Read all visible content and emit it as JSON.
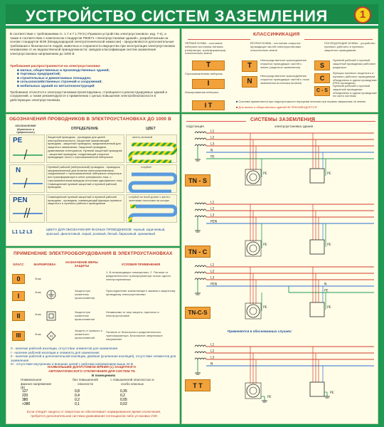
{
  "title": "УСТРОЙСТВО СИСТЕМ ЗАЗЕМЛЕНИЯ",
  "sheet_number": "1",
  "intro": {
    "text1": "В соответствии с требованиями гл. 1.7 и 7.1 ПУЭ («Правила устройства электроустановок» изд. 7-е), а также в соответствии с комплексом стандартов Р50571 «Электроустановки зданий», разработанным на основе стандартов МЭК (Международной электротехнической комиссии) - предъявляются дополнительные требования к безопасности людей, животных и сохранности имущества при эксплуатации электроустановок независимо от их ведомственной принадлежности: заводов классификации систем заземления электроустановок напряжением до 1000 В",
    "req_title": "Требования распространяются на электроустановки:",
    "bullets": [
      "жилых, общественных и производственных зданий;",
      "торговых предприятий;",
      "строительных и демонтажных площадок;",
      "сельскохозяйственных строений и сооружений;",
      "мобильных зданий из металлоконструкций"
    ],
    "text2": "Требования относятся к электроустановкам проектируемых, строящихся и реконструируемых зданий и сооружений, а также рекомендуются к применению с целью повышения электробезопасности в действующих электроустановках"
  },
  "classification": {
    "header": "КЛАССИФИКАЦИЯ",
    "first_letter": "ПЕРВАЯ БУКВА - состояние нейтрали источника питания (генератора, трансформатора) относительно земли",
    "second_letter": "ВТОРАЯ БУКВА - состояние открытых проводящих частей электроустановки относительно земли",
    "last_letters": "ПОСЛЕДУЮЩИЕ БУКВЫ - устройство нулевого рабочего и нулевого защитного проводников",
    "T_first": "T",
    "T_first_desc": "Глухозаземленная нейтраль",
    "I_first": "I",
    "I_first_desc": "Изолированная нейтраль",
    "T_second": "T",
    "T_second_desc": "Непосредственное присоединение открытых проводящих частей к земле (защитное заземление)",
    "N_second": "N",
    "N_second_desc": "Непосредственное присоединение открытых проводящих частей к точке заземления источника питания",
    "S_letter": "S",
    "S_desc": "Нулевой рабочий и нулевой защитный проводники работают раздельно",
    "C_letter": "C",
    "C_desc": "Функции нулевого защитного и нулевого рабочего проводников объединены в одном проводнике (PEN-проводник)",
    "CS_letter": "C - S",
    "CS_desc": "Нулевой рабочий и нулевой защитный проводники объединены в одном проводнике на части системы",
    "IT_box": "I T",
    "IT_note1": "Система применяется при недопустимости перерыва питания при первом замыкании на землю",
    "IT_note2": "Для жилых и общественных зданий НЕ РЕКОМЕНДУЕТСЯ"
  },
  "conductors": {
    "header": "ОБОЗНАЧЕНИЯ ПРОВОДНИКОВ В ЭЛЕКТРОУСТАНОВКАХ ДО 1000 В",
    "col_symbol": "ОБОЗНАЧЕНИЕ (буквенное и графическое)",
    "col_def": "ОПРЕДЕЛЕНИЕ",
    "col_color": "ЦВЕТ",
    "rows": [
      {
        "code": "PE",
        "def": "Защитный проводник - проводник для целей электробезопасности. Защитный заземляющий проводник - защитный проводник, предназначенный для защитного заземления. Защитный проводник уравнивания потенциалов. Нулевой защитный проводник - защитный проводник, соединяющий открытые проводящие части с глухозаземленной нейтралью",
        "color": "желто-зеленый"
      },
      {
        "code": "N",
        "def": "Нулевой рабочий (нейтральный) проводник - проводник, предназначенный для питания электроприемников, соединенный с глухозаземленной нейтралью генератора или трансформатора в сетях трехфазного тока, с глухозаземленным выводом источника однофазного тока. Совмещенный нулевой защитный и нулевой рабочий проводник",
        "color": "голубой"
      },
      {
        "code": "PEN",
        "def": "Совмещенный нулевой защитный и нулевой рабочий проводник - проводник, совмещающий функции нулевого защитного и нулевого рабочего проводников",
        "color": "голубой по всей длине с желто-зелеными полосами на концах"
      }
    ],
    "phases": "L1  L2  L3",
    "phase_note": "ЦВЕТА ДЛЯ ОБОЗНАЧЕНИЯ ФАЗНЫХ ПРОВОДНИКОВ: черный, коричневый, красный, фиолетовый, серый, розовый, белый, бирюзовый, оранжевый"
  },
  "application": {
    "header": "ПРИМЕНЕНИЕ ЭЛЕКТРООБОРУДОВАНИЯ В ЭЛЕКТРОУСТАНОВКАХ",
    "col_class": "КЛАСС",
    "col_mark": "МАРКИРОВКА",
    "col_measures": "НАЗНАЧЕНИЕ МЕРЫ ЗАЩИТЫ",
    "col_conditions": "УСЛОВИЯ ПРИМЕНЕНИЯ",
    "rows": [
      {
        "cls": "0",
        "mark": "Знак",
        "measure": "",
        "cond": "1. В непроводящих помещениях. 2. Питание от разделительного трансформатора только одного электроприемника"
      },
      {
        "cls": "I",
        "mark": "Знак",
        "measure": "Защита при косвенном прикосновении",
        "cond": "Присоединение заземляющего зажима к защитному проводнику электроустановки"
      },
      {
        "cls": "II",
        "mark": "Знак",
        "measure": "Защита при косвенном прикосновении",
        "cond": "Независимо от мер защиты, принятых в электроустановке"
      },
      {
        "cls": "III",
        "mark": "Знак",
        "measure": "Защита от прямого и косвенного прикосновений",
        "cond": "Питание от безопасного разделительного трансформатора. Безопасное сверхнизкое напряжение"
      }
    ],
    "legend": [
      "0 - наличие рабочей изоляции, отсутствие элементов для заземления",
      "I - наличие рабочей изоляции и элемента для заземления",
      "II - наличие рабочей и дополнительной изоляции, двойная (усиленная изоляция), отсутствие элементов для заземления",
      "III - отсутствие внутренних и внешних цепей с рабочим напряжением выше 42 В"
    ],
    "time_header": "НАИБОЛЬШЕЕ ДОПУСТИМОЕ ВРЕМЯ (с) ЗАЩИТНОГО АВТОМАТИЧЕСКОГО ОТКЛЮЧЕНИЯ ДЛЯ СИСТЕМ TN",
    "time_sub": "В помещениях",
    "time_cols": [
      "Номинальное фазное напряжение (В)",
      "без повышенной опасности",
      "с повышенной опасностью и особо опасных"
    ],
    "time_rows": [
      [
        "127",
        "0,8",
        "0,35"
      ],
      [
        "220",
        "0,4",
        "0,2"
      ],
      [
        "380",
        "0,2",
        "0,05"
      ],
      [
        ">380",
        "0,1",
        "0,02"
      ]
    ],
    "footnote": "Если отводят защиты от сверхтока не обеспечивает нормированное время отключения, требуется дополнительная система уравнивания потенциалов либо установка УЗО"
  },
  "systems": {
    "header": "СИСТЕМЫ ЗАЗЕМЛЕНИЯ",
    "substation": "подстанция",
    "building": "электроустановка здания",
    "labels": [
      "TN - S",
      "TN - C",
      "TN-C-S",
      "T T"
    ],
    "wires": [
      "L1",
      "L2",
      "L3",
      "N",
      "PE",
      "PEN"
    ],
    "tt_note": "Применяется в обоснованных случаях:"
  },
  "colors": {
    "green": "#1f9a55",
    "orange": "#f2a23a",
    "red": "#c0392b",
    "blue": "#1b4f9c",
    "cream": "#fffde8"
  }
}
